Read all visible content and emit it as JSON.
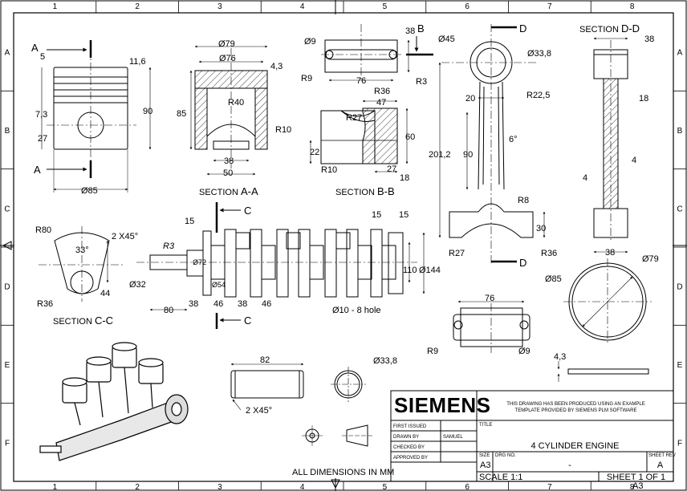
{
  "grid": {
    "columns": [
      "1",
      "2",
      "3",
      "4",
      "5",
      "6",
      "7",
      "8"
    ],
    "rows": [
      "A",
      "B",
      "C",
      "D",
      "E",
      "F"
    ]
  },
  "views": {
    "piston": {
      "section_marker": "A",
      "dims": {
        "d1": "5",
        "d2": "11,6",
        "d3": "7,3",
        "d4": "90",
        "d5": "27",
        "d6": "Ø85"
      }
    },
    "section_aa": {
      "caption_prefix": "SECTION ",
      "caption_letters": "A-A",
      "dims": {
        "d1": "Ø79",
        "d2": "Ø76",
        "d3": "4,3",
        "d4": "85",
        "d5": "R40",
        "d6": "R10",
        "d7": "38",
        "d8": "50"
      }
    },
    "cap": {
      "section_marker": "B",
      "dims": {
        "d1": "Ø9",
        "d2": "38",
        "d3": "R9",
        "d4": "76",
        "d5": "R3"
      }
    },
    "section_bb": {
      "caption_prefix": "SECTION ",
      "caption_letters": "B-B",
      "dims": {
        "d1": "R36",
        "d2": "47",
        "d3": "R27",
        "d4": "60",
        "d5": "22",
        "d6": "R10",
        "d7": "27",
        "d8": "18"
      }
    },
    "rod": {
      "section_marker": "D",
      "dims": {
        "d1": "Ø45",
        "d2": "Ø33,8",
        "d3": "20",
        "d4": "R22,5",
        "d5": "90",
        "d6": "6°",
        "d7": "201,2",
        "d8": "R8",
        "d9": "30",
        "d10": "R27",
        "d11": "R36"
      }
    },
    "section_dd": {
      "caption_prefix": "SECTION ",
      "caption_letters": "D-D",
      "dims": {
        "d1": "38",
        "d2": "18",
        "d3": "4",
        "d4": "4",
        "d5": "38"
      }
    },
    "section_cc": {
      "caption_prefix": "SECTION ",
      "caption_letters": "C-C",
      "dims": {
        "d1": "R80",
        "d2": "2  X45°",
        "d3": "33°",
        "d4": "44",
        "d5": "R36"
      }
    },
    "crankshaft": {
      "section_marker": "C",
      "dims": {
        "d1": "15",
        "d2": "R3",
        "d3": "Ø72",
        "d4": "Ø32",
        "d5": "Ø54",
        "d6": "80",
        "d7": "38",
        "d8": "46",
        "d9": "38",
        "d10": "46",
        "d11": "15",
        "d12": "15",
        "d13": "110",
        "d14": "Ø144",
        "d15": "Ø10  - 8 hole"
      }
    },
    "disc": {
      "dims": {
        "d1": "Ø79",
        "d2": "Ø85"
      }
    },
    "cap_front": {
      "dims": {
        "d1": "76",
        "d2": "R9",
        "d3": "Ø9"
      }
    },
    "gasket": {
      "dims": {
        "d1": "4,3"
      }
    },
    "pin": {
      "dims": {
        "d1": "82",
        "d2": "2  X45°"
      }
    },
    "pin_end": {
      "dims": {
        "d1": "Ø33,8"
      }
    }
  },
  "note": "ALL DIMENSIONS IN MM",
  "title_block": {
    "logo": "SIEMENS",
    "template_note_line1": "THIS DRAWING HAS BEEN PRODUCED USING AN EXAMPLE",
    "template_note_line2": "TEMPLATE PROVIDED BY SIEMENS PLM SOFTWARE",
    "first_issued_label": "FIRST ISSUED",
    "drawn_by_label": "DRAWN BY",
    "drawn_by_value": "SAMUEL",
    "checked_by_label": "CHECKED BY",
    "approved_by_label": "APPROVED BY",
    "title_label": "TITLE",
    "title_value": "4 CYLINDER ENGINE",
    "size_label": "SIZE",
    "size_value": "A3",
    "drg_no_label": "DRG NO.",
    "drg_no_value": "-",
    "sheet_rev_label": "SHEET REV",
    "sheet_rev_value": "A",
    "scale_value": "SCALE 1:1",
    "sheet_value": "SHEET 1 OF 1",
    "corner_value": "A3"
  }
}
